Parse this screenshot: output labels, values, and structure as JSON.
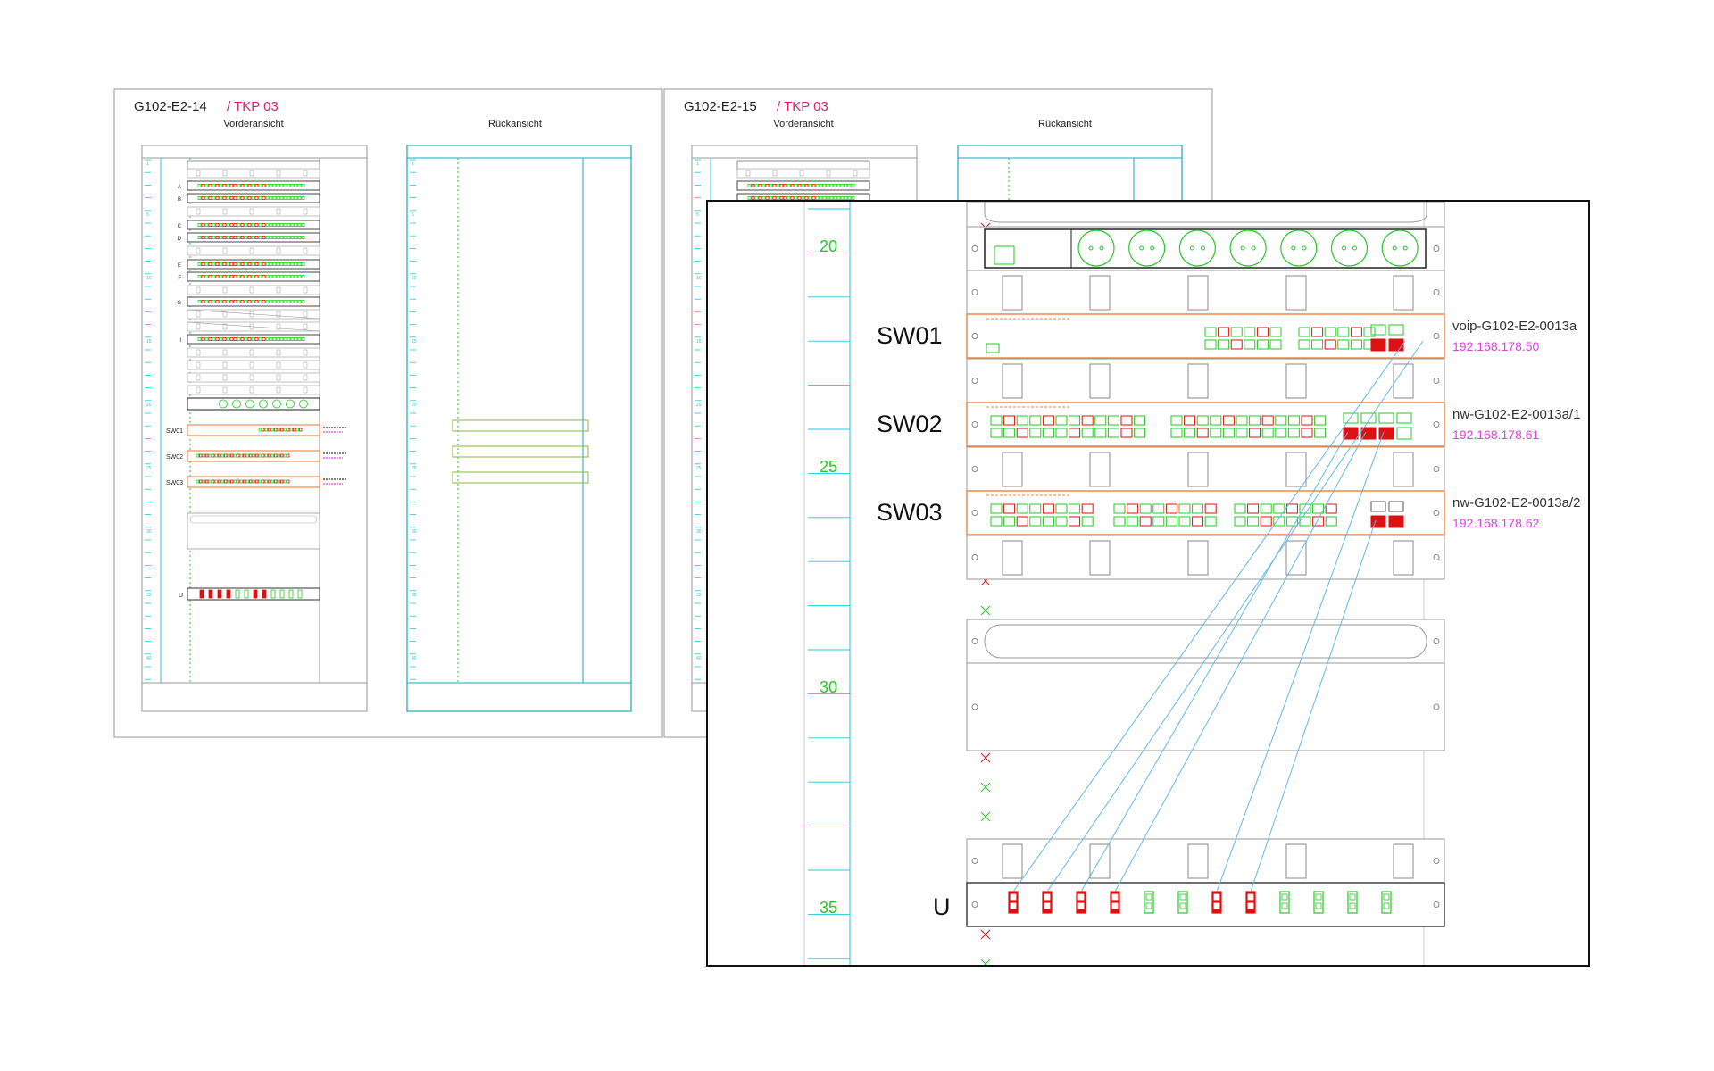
{
  "sheets": [
    {
      "id": "G102-E2-14",
      "tkp": "/ TKP 03",
      "front_label": "Vorderansicht",
      "back_label": "Rückansicht"
    },
    {
      "id": "G102-E2-15",
      "tkp": "/ TKP 03",
      "front_label": "Vorderansicht",
      "back_label": "Rückansicht"
    }
  ],
  "rack_letters": [
    "A",
    "B",
    "C",
    "D",
    "E",
    "F",
    "G",
    "I",
    "SW01",
    "SW02",
    "SW03",
    "U"
  ],
  "unit_ticks": [
    "1",
    "5",
    "10",
    "15",
    "20",
    "25",
    "30",
    "35",
    "40"
  ],
  "zoom": {
    "unit_ticks": [
      "20",
      "25",
      "30",
      "35"
    ],
    "switches": [
      {
        "label": "SW01",
        "hostname": "voip-G102-E2-0013a",
        "ip": "192.168.178.50"
      },
      {
        "label": "SW02",
        "hostname": "nw-G102-E2-0013a/1",
        "ip": "192.168.178.61"
      },
      {
        "label": "SW03",
        "hostname": "nw-G102-E2-0013a/2",
        "ip": "192.168.178.62"
      }
    ],
    "patch_panel_label": "U",
    "uplink_port_states": [
      "red",
      "red",
      "red",
      "red",
      "green",
      "green",
      "red",
      "red",
      "green",
      "green",
      "green",
      "green"
    ]
  },
  "colors": {
    "title_red": "#e0206a",
    "ip_magenta": "#e040e0",
    "port_green": "#22cc22",
    "port_red": "#dd1111",
    "device_orange": "#f08040",
    "ruler_cyan": "#22c8d8",
    "cable_blue": "#60b8e8",
    "frame_gray": "#888888"
  }
}
